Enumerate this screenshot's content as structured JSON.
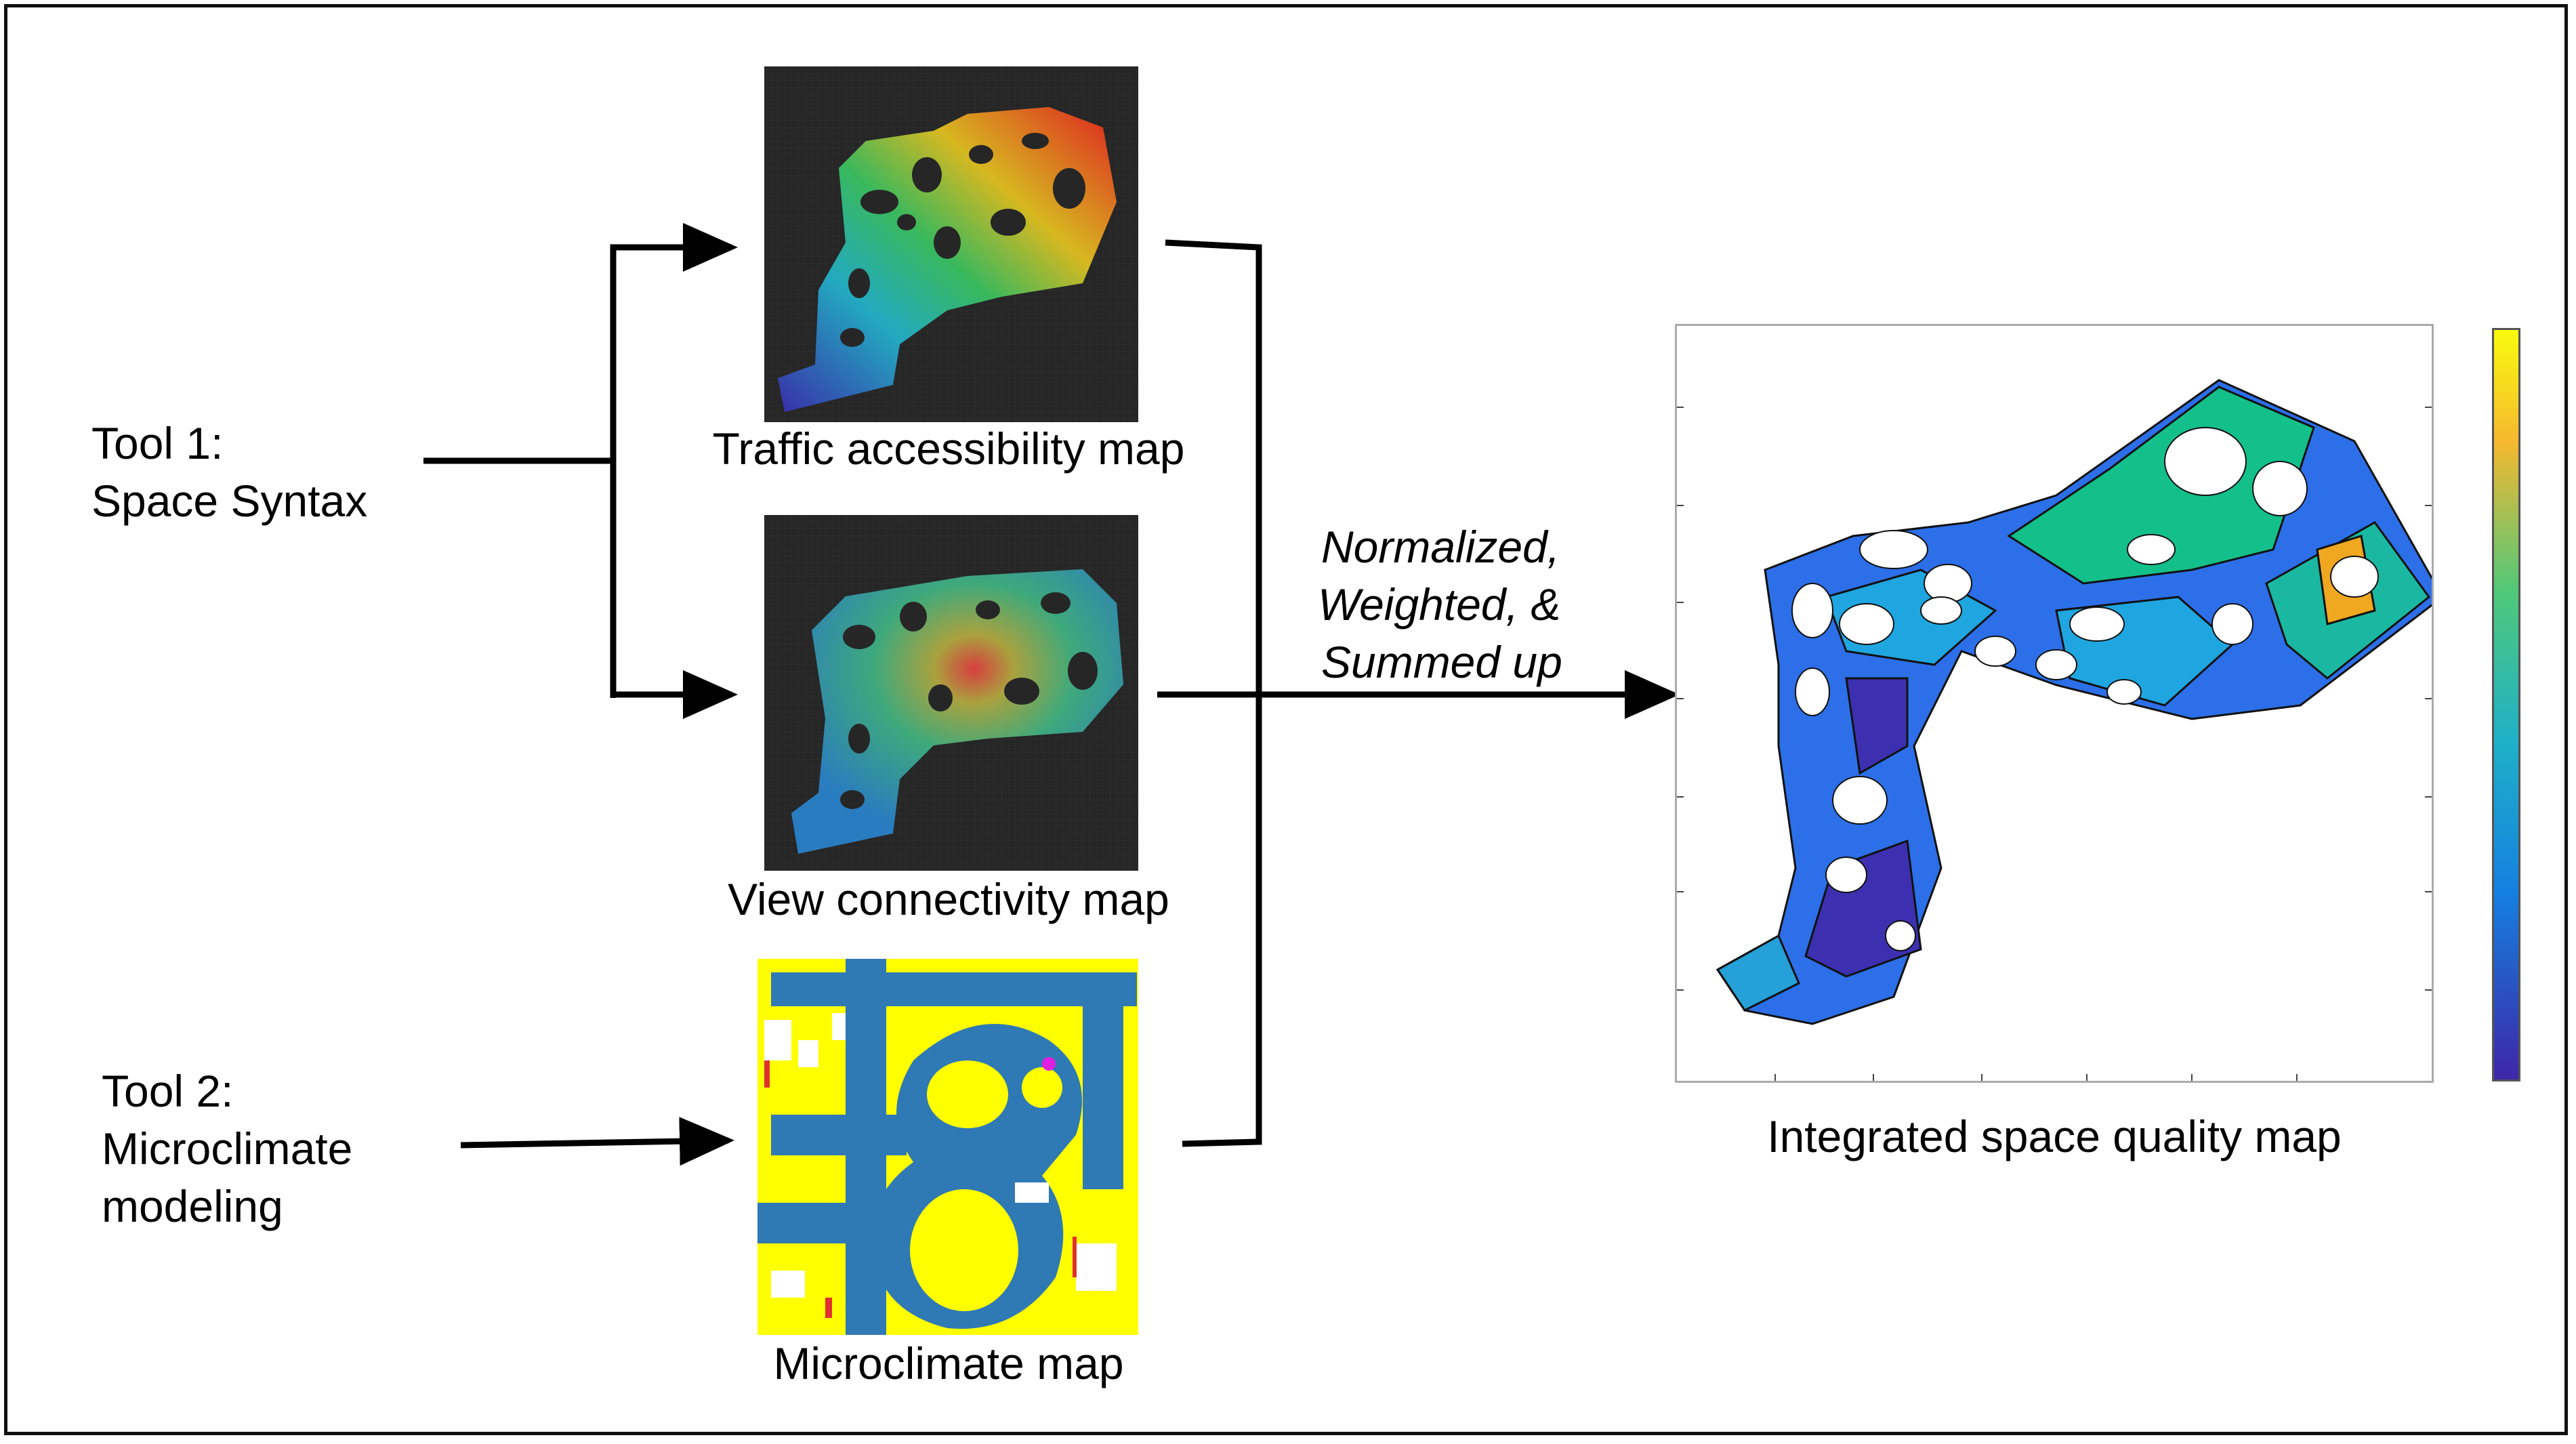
{
  "tool1": {
    "name": "Tool 1:",
    "desc": "Space Syntax"
  },
  "tool2": {
    "name": "Tool 2:",
    "desc_line1": "Microclimate",
    "desc_line2": "modeling"
  },
  "maps": {
    "traffic": "Traffic accessibility map",
    "view": "View connectivity map",
    "microclimate": "Microclimate map",
    "integrated": "Integrated space quality map"
  },
  "process": {
    "line1": "Normalized,",
    "line2": "Weighted, &",
    "line3": "Summed up"
  },
  "colors": {
    "map_background_dark": "#262626",
    "micro_yellow": "#ffff00",
    "micro_blue": "#2f79b5",
    "colorbar_top": "#f9fb0e",
    "colorbar_bottom": "#3e26a8",
    "arrow": "#000000"
  }
}
